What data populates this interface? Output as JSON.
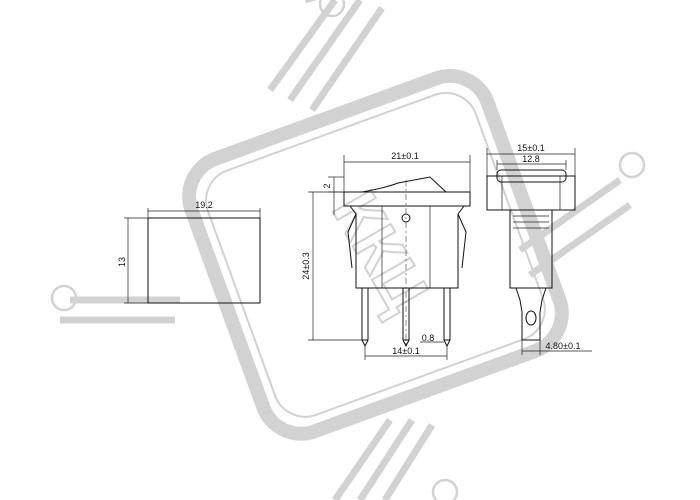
{
  "watermark": {
    "text": "ККЦ",
    "color": "#d0d0d0"
  },
  "front_view": {
    "width_label": "19.2",
    "height_label": "13"
  },
  "side_view": {
    "top_width_label": "21±0.1",
    "rocker_height_label": "2",
    "total_height_label": "24±0.3",
    "pin_pitch_label": "14±0.1",
    "pin_thickness_label": "0.8"
  },
  "end_view": {
    "outer_width_label": "15±0.1",
    "inner_width_label": "12.8",
    "pin_width_label": "4.80±0.1"
  },
  "colors": {
    "line": "#111111",
    "watermark": "#d0d0d0",
    "background": "#ffffff"
  }
}
